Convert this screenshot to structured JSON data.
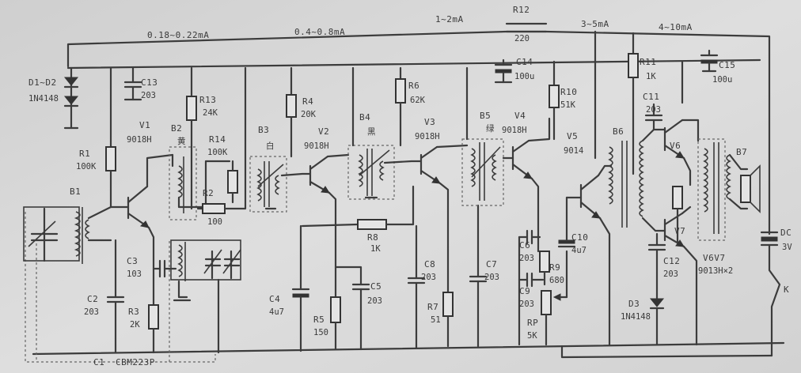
{
  "diagram": {
    "current_labels": {
      "c1": "0.18~0.22mA",
      "c2": "0.4~0.8mA",
      "c3": "1~2mA",
      "c4": "3~5mA",
      "c5": "4~10mA"
    },
    "components": {
      "d1d2": {
        "ref": "D1~D2",
        "value": "1N4148"
      },
      "b1": {
        "ref": "B1"
      },
      "r1": {
        "ref": "R1",
        "value": "100K"
      },
      "c13": {
        "ref": "C13",
        "value": "203"
      },
      "v1": {
        "ref": "V1",
        "value": "9018H"
      },
      "r13": {
        "ref": "R13",
        "value": "24K"
      },
      "b2": {
        "ref": "B2",
        "value": "黄"
      },
      "r14": {
        "ref": "R14",
        "value": "100K"
      },
      "r2": {
        "ref": "R2",
        "value": "100"
      },
      "b3": {
        "ref": "B3",
        "value": "白"
      },
      "r4": {
        "ref": "R4",
        "value": "20K"
      },
      "v2": {
        "ref": "V2",
        "value": "9018H"
      },
      "b4": {
        "ref": "B4",
        "value": "黑"
      },
      "r6": {
        "ref": "R6",
        "value": "62K"
      },
      "v3": {
        "ref": "V3",
        "value": "9018H"
      },
      "b5": {
        "ref": "B5",
        "value": "绿"
      },
      "v4": {
        "ref": "V4",
        "value": "9018H"
      },
      "c14": {
        "ref": "C14",
        "value": "100u"
      },
      "r10": {
        "ref": "R10",
        "value": "51K"
      },
      "r12": {
        "ref": "R12",
        "value": "220"
      },
      "v5": {
        "ref": "V5",
        "value": "9014"
      },
      "b6": {
        "ref": "B6"
      },
      "r11": {
        "ref": "R11",
        "value": "1K"
      },
      "c11": {
        "ref": "C11",
        "value": "203"
      },
      "v6": {
        "ref": "V6"
      },
      "v7": {
        "ref": "V7"
      },
      "v6v7": {
        "ref": "V6V7",
        "value": "9013H×2"
      },
      "c15": {
        "ref": "C15",
        "value": "100u"
      },
      "b7": {
        "ref": "B7"
      },
      "dc": {
        "ref": "DC",
        "value": "3V"
      },
      "k": {
        "ref": "K"
      },
      "c3": {
        "ref": "C3",
        "value": "103"
      },
      "c2": {
        "ref": "C2",
        "value": "203"
      },
      "r3": {
        "ref": "R3",
        "value": "2K"
      },
      "c4": {
        "ref": "C4",
        "value": "4u7"
      },
      "r5": {
        "ref": "R5",
        "value": "150"
      },
      "c5": {
        "ref": "C5",
        "value": "203"
      },
      "r8": {
        "ref": "R8",
        "value": "1K"
      },
      "c6": {
        "ref": "C6",
        "value": "203"
      },
      "r7": {
        "ref": "R7",
        "value": "51"
      },
      "c7": {
        "ref": "C7",
        "value": "203"
      },
      "c8": {
        "ref": "C8",
        "value": "203"
      },
      "r9": {
        "ref": "R9",
        "value": "680"
      },
      "c9": {
        "ref": "C9",
        "value": "203"
      },
      "rp": {
        "ref": "RP",
        "value": "5K"
      },
      "c10": {
        "ref": "C10",
        "value": "4u7"
      },
      "c12": {
        "ref": "C12",
        "value": "203"
      },
      "d3": {
        "ref": "D3",
        "value": "1N4148"
      },
      "c1": {
        "ref": "C1",
        "value": "CBM223P"
      }
    }
  }
}
